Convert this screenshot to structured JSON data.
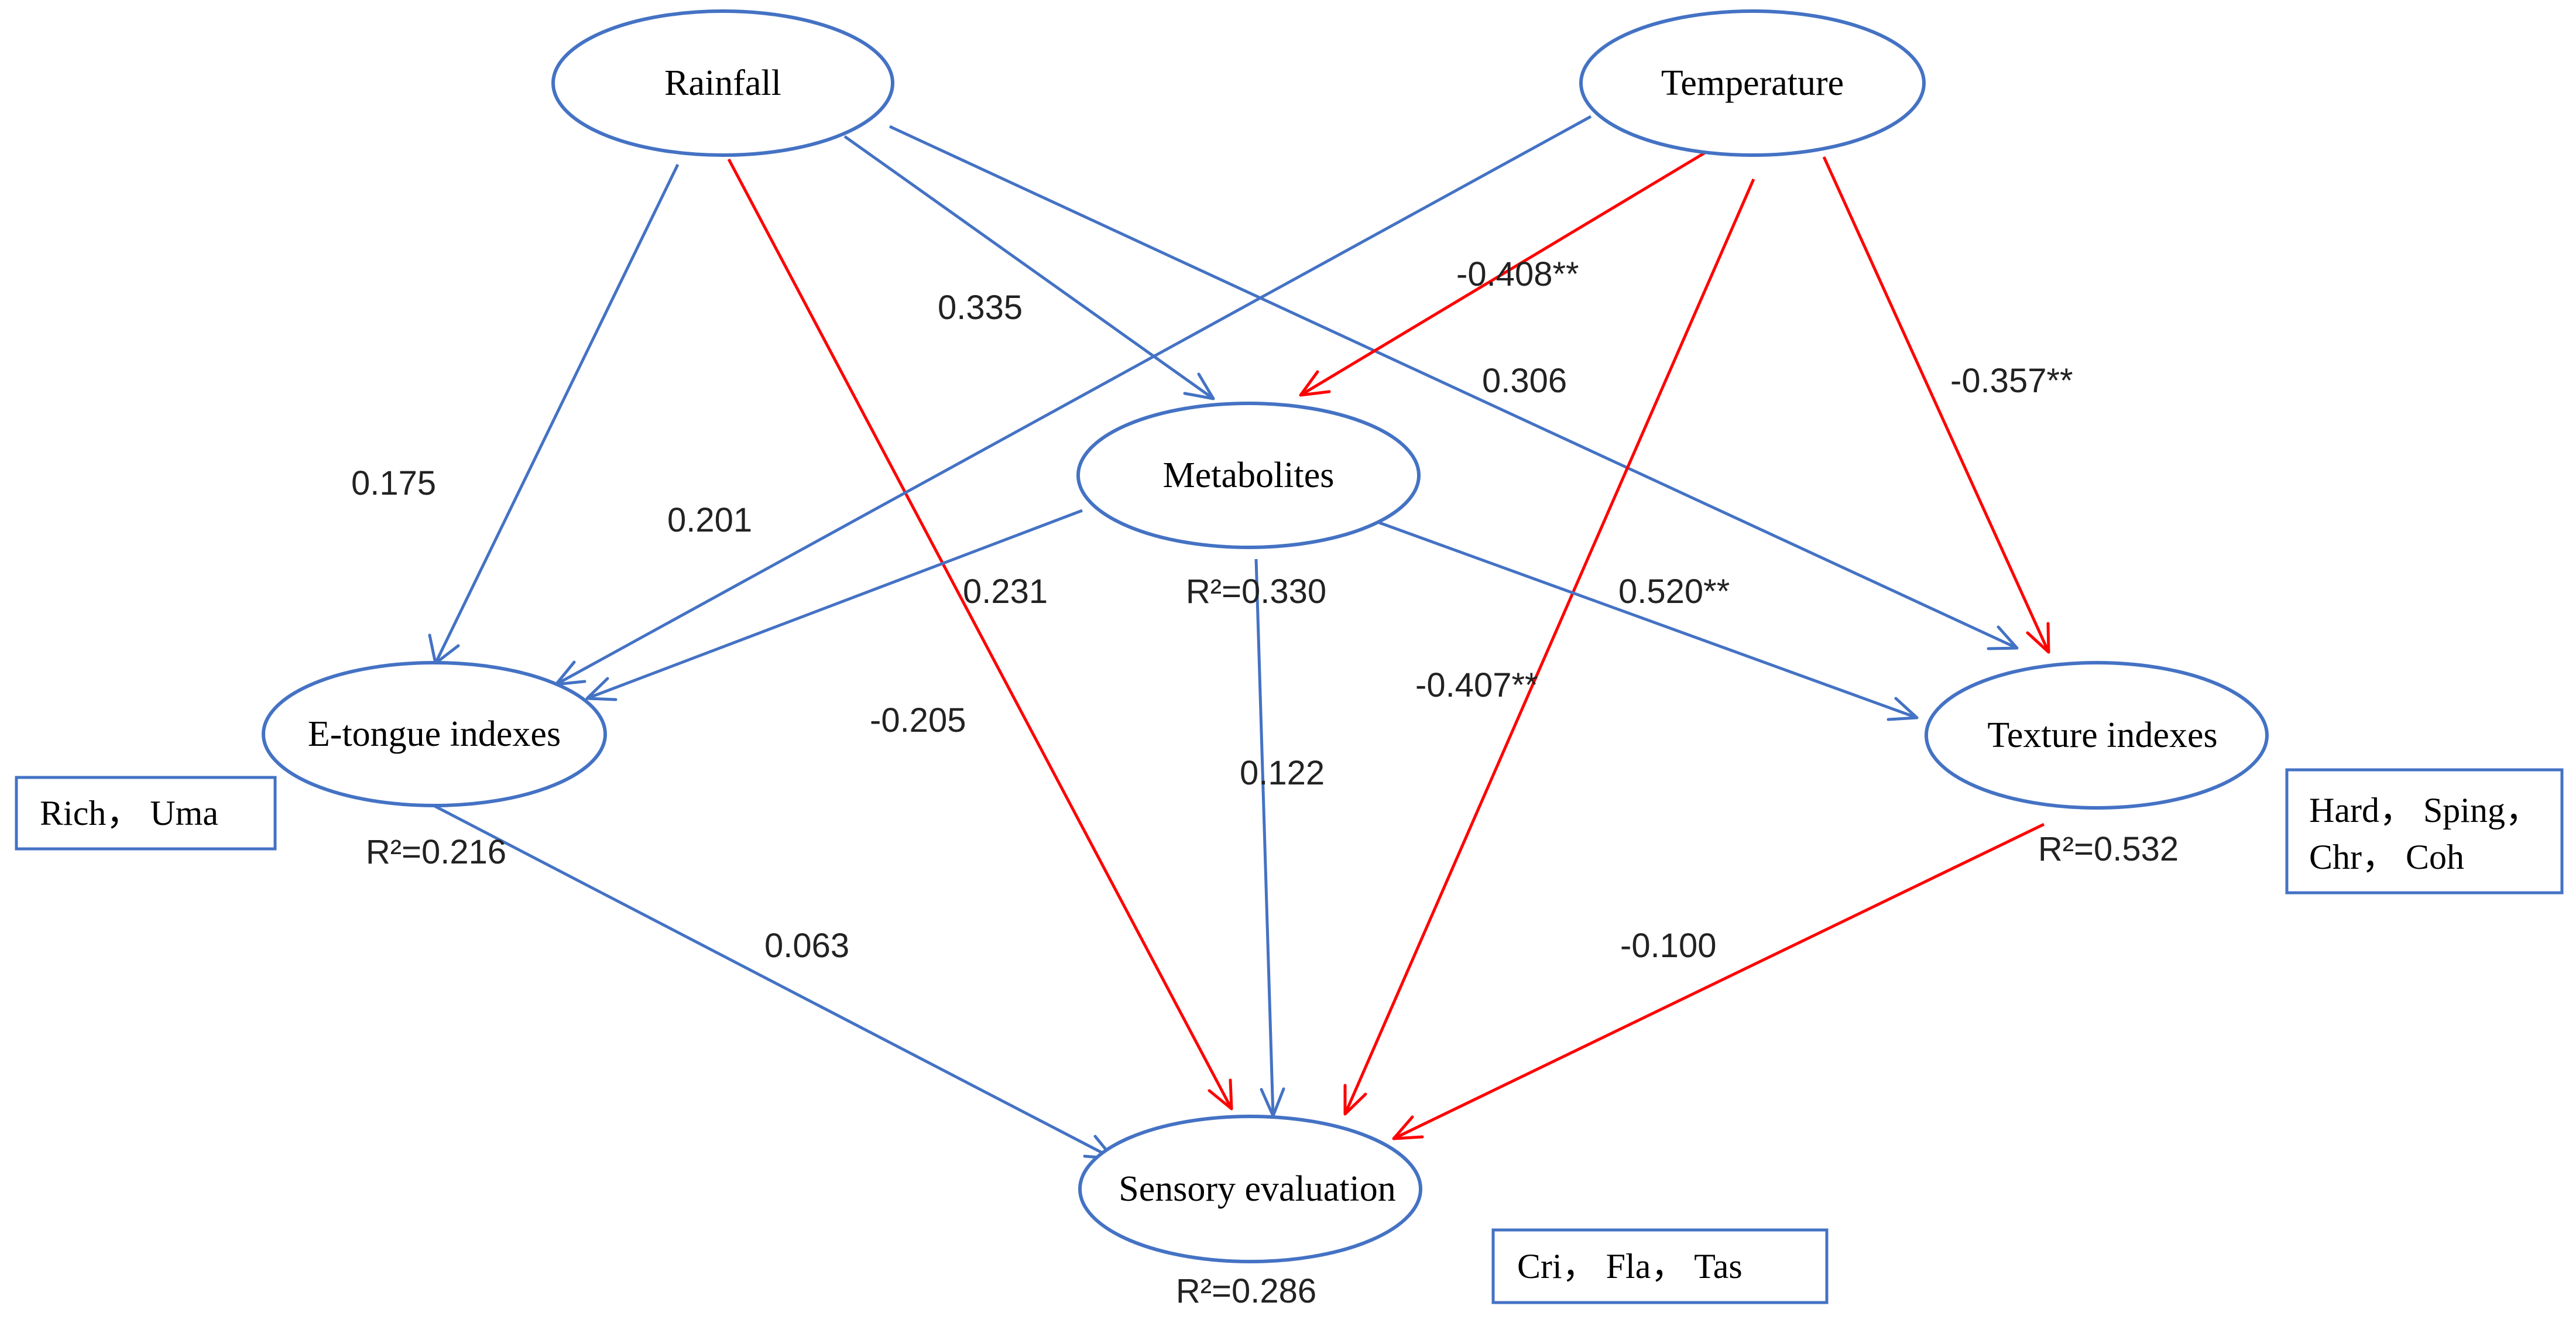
{
  "colors": {
    "positive_path": "#4472C4",
    "negative_path": "#FF0000",
    "node_border": "#4472C4"
  },
  "nodes": {
    "rainfall": {
      "label": "Rainfall"
    },
    "temperature": {
      "label": "Temperature"
    },
    "metabolites": {
      "label": "Metabolites",
      "r2": "R²=0.330"
    },
    "etongue": {
      "label": "E-tongue indexes",
      "r2": "R²=0.216"
    },
    "texture": {
      "label": "Texture indexes",
      "r2": "R²=0.532"
    },
    "sensory": {
      "label": "Sensory evaluation",
      "r2": "R²=0.286"
    }
  },
  "notes": {
    "etongue": {
      "line1": "Rich， Uma"
    },
    "texture": {
      "line1": "Hard，  Sping，",
      "line2": "Chr，  Coh"
    },
    "sensory": {
      "line1": "Cri，  Fla， Tas"
    }
  },
  "paths": [
    {
      "from": "rainfall",
      "to": "etongue",
      "coefficient": "0.175",
      "sign": "positive"
    },
    {
      "from": "rainfall",
      "to": "metabolites",
      "coefficient": "0.335",
      "sign": "positive"
    },
    {
      "from": "rainfall",
      "to": "texture",
      "coefficient": "0.306",
      "sign": "positive"
    },
    {
      "from": "rainfall",
      "to": "sensory",
      "coefficient": "-0.205",
      "sign": "negative"
    },
    {
      "from": "temperature",
      "to": "etongue",
      "coefficient": "0.201",
      "sign": "positive"
    },
    {
      "from": "temperature",
      "to": "metabolites",
      "coefficient": "-0.408**",
      "sign": "negative"
    },
    {
      "from": "temperature",
      "to": "texture",
      "coefficient": "-0.357**",
      "sign": "negative"
    },
    {
      "from": "temperature",
      "to": "sensory",
      "coefficient": "-0.407**",
      "sign": "negative"
    },
    {
      "from": "metabolites",
      "to": "etongue",
      "coefficient": "0.231",
      "sign": "positive"
    },
    {
      "from": "metabolites",
      "to": "texture",
      "coefficient": "0.520**",
      "sign": "positive"
    },
    {
      "from": "metabolites",
      "to": "sensory",
      "coefficient": "0.122",
      "sign": "positive"
    },
    {
      "from": "etongue",
      "to": "sensory",
      "coefficient": "0.063",
      "sign": "positive"
    },
    {
      "from": "texture",
      "to": "sensory",
      "coefficient": "-0.100",
      "sign": "negative"
    }
  ]
}
